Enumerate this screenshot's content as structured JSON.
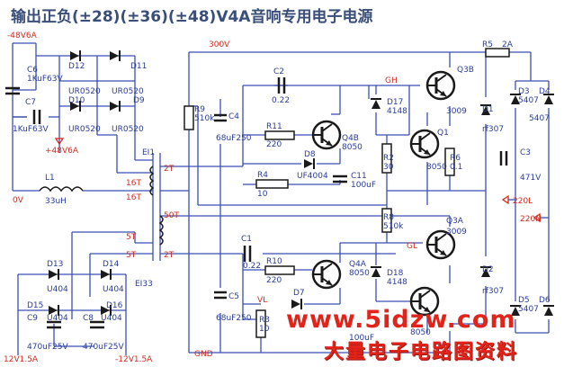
{
  "title": "输出正负(±28)(±36)(±48)V4A音响专用电子电源",
  "watermark": {
    "site": "www.5idzw.com",
    "tagline": "大量电子电路图资料"
  },
  "colors": {
    "wire": "#3a4fb5",
    "text": "#2a3c9a",
    "red": "#d22a1e",
    "part": "#1a1a1a",
    "watermark": "#e3231a"
  },
  "labels": {
    "rail_neg_in": "-48V6A",
    "rail_pos_in": "+48V6A",
    "zero_v": "0V",
    "hv": "300V",
    "gnd": "GND",
    "aux_pos": "12V1.5A",
    "aux_neg": "-12V1.5A",
    "ac_l": "220L",
    "ac_n": "220N",
    "node_gh": "GH",
    "node_gl": "GL",
    "node_vl": "VL",
    "xfmr": "EI1",
    "xfmr2": "EI33"
  },
  "parts": {
    "c6": {
      "ref": "C6",
      "value": "1KuF63V"
    },
    "c7": {
      "ref": "C7",
      "value": "1KuF63V"
    },
    "d12": {
      "ref": "D12",
      "value": "UR0520"
    },
    "d11": {
      "ref": "D11",
      "value": "UR0520"
    },
    "d10": {
      "ref": "D10",
      "value": "UR0520"
    },
    "d9": {
      "ref": "D9",
      "value": "UR0520"
    },
    "l1": {
      "ref": "L1",
      "value": "33uH"
    },
    "r9": {
      "ref": "R9",
      "value": "510k"
    },
    "c4": {
      "ref": "C4",
      "value": "68uF250"
    },
    "c5": {
      "ref": "C5",
      "value": "68uF250"
    },
    "c2": {
      "ref": "C2",
      "value": "0.22"
    },
    "c1": {
      "ref": "C1",
      "value": "0.22"
    },
    "r11": {
      "ref": "R11",
      "value": "220"
    },
    "r10": {
      "ref": "R10",
      "value": "220"
    },
    "r4": {
      "ref": "R4",
      "value": "10"
    },
    "r3": {
      "ref": "R3",
      "value": "10"
    },
    "d8": {
      "ref": "D8",
      "value": "UF4004"
    },
    "d7": {
      "ref": "D7",
      "value": ""
    },
    "c11": {
      "ref": "C11",
      "value": "100uF"
    },
    "c10v": {
      "value": "100uF"
    },
    "q4b": {
      "ref": "Q4B",
      "value": "8050"
    },
    "q4a": {
      "ref": "Q4A",
      "value": "8050"
    },
    "d17": {
      "ref": "D17",
      "value": "4148"
    },
    "d18": {
      "ref": "D18",
      "value": "4148"
    },
    "r2": {
      "ref": "R2",
      "value": "30"
    },
    "r8": {
      "ref": "R8",
      "value": "510k"
    },
    "q1": {
      "ref": "Q1",
      "value": "8050"
    },
    "q3b": {
      "ref": "Q3B",
      "value": "3009"
    },
    "q3a": {
      "ref": "Q3A",
      "value": "3009"
    },
    "q2v": {
      "value": "8050"
    },
    "r6": {
      "ref": "R6",
      "value": "0.1"
    },
    "r5": {
      "ref": "R5",
      "value": "2A"
    },
    "d1": {
      "ref": "D1",
      "value": "rf307"
    },
    "d2": {
      "ref": "D2",
      "value": "rf307"
    },
    "c3": {
      "ref": "C3",
      "value": "471V"
    },
    "d3": {
      "ref": "D3",
      "value": "5407"
    },
    "d4": {
      "ref": "D4",
      "value": "5407"
    },
    "d5": {
      "ref": "D5",
      "value": "5407"
    },
    "d6": {
      "ref": "D6",
      "value": ""
    },
    "d13": {
      "ref": "D13",
      "value": "U404"
    },
    "d14": {
      "ref": "D14",
      "value": "U404"
    },
    "d15": {
      "ref": "D15",
      "value": "U404"
    },
    "d16": {
      "ref": "D16",
      "value": "U404"
    },
    "c9": {
      "ref": "C9",
      "value": "470uF25V"
    },
    "c8": {
      "ref": "C8",
      "value": "470uF25V"
    }
  },
  "windings": {
    "w1": "2T",
    "w2": "16T",
    "w3": "16T",
    "w4": "50T",
    "w5": "5T",
    "w6": "5T",
    "w7": "2T"
  }
}
